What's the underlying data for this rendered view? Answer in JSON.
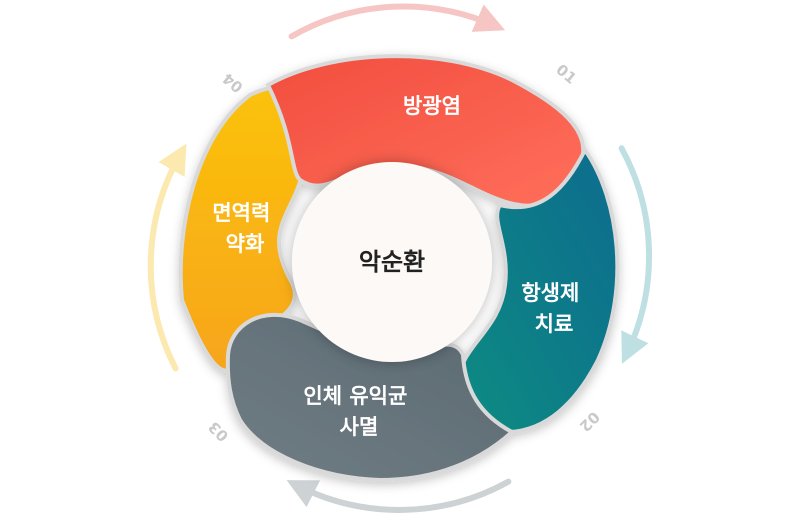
{
  "center": {
    "label": "악순환"
  },
  "steps": [
    {
      "number": "01",
      "lines": [
        "방광염"
      ],
      "color_start": "#f24d3e",
      "color_end": "#ff6f5b",
      "arrow_color": "#f6c6c4"
    },
    {
      "number": "02",
      "lines": [
        "항생제",
        "치료"
      ],
      "color_start": "#0a8c82",
      "color_end": "#0d6b8f",
      "arrow_color": "#bfe0e3"
    },
    {
      "number": "03",
      "lines": [
        "인체 유익균",
        "사멸"
      ],
      "color_start": "#5b6971",
      "color_end": "#707d85",
      "arrow_color": "#cdd2d5"
    },
    {
      "number": "04",
      "lines": [
        "면역력",
        "약화"
      ],
      "color_start": "#fbc20a",
      "color_end": "#f7a51c",
      "arrow_color": "#fbe9b0"
    }
  ],
  "colors": {
    "center_fill": "#fdf9f6",
    "divider": "#d9d9d9"
  }
}
